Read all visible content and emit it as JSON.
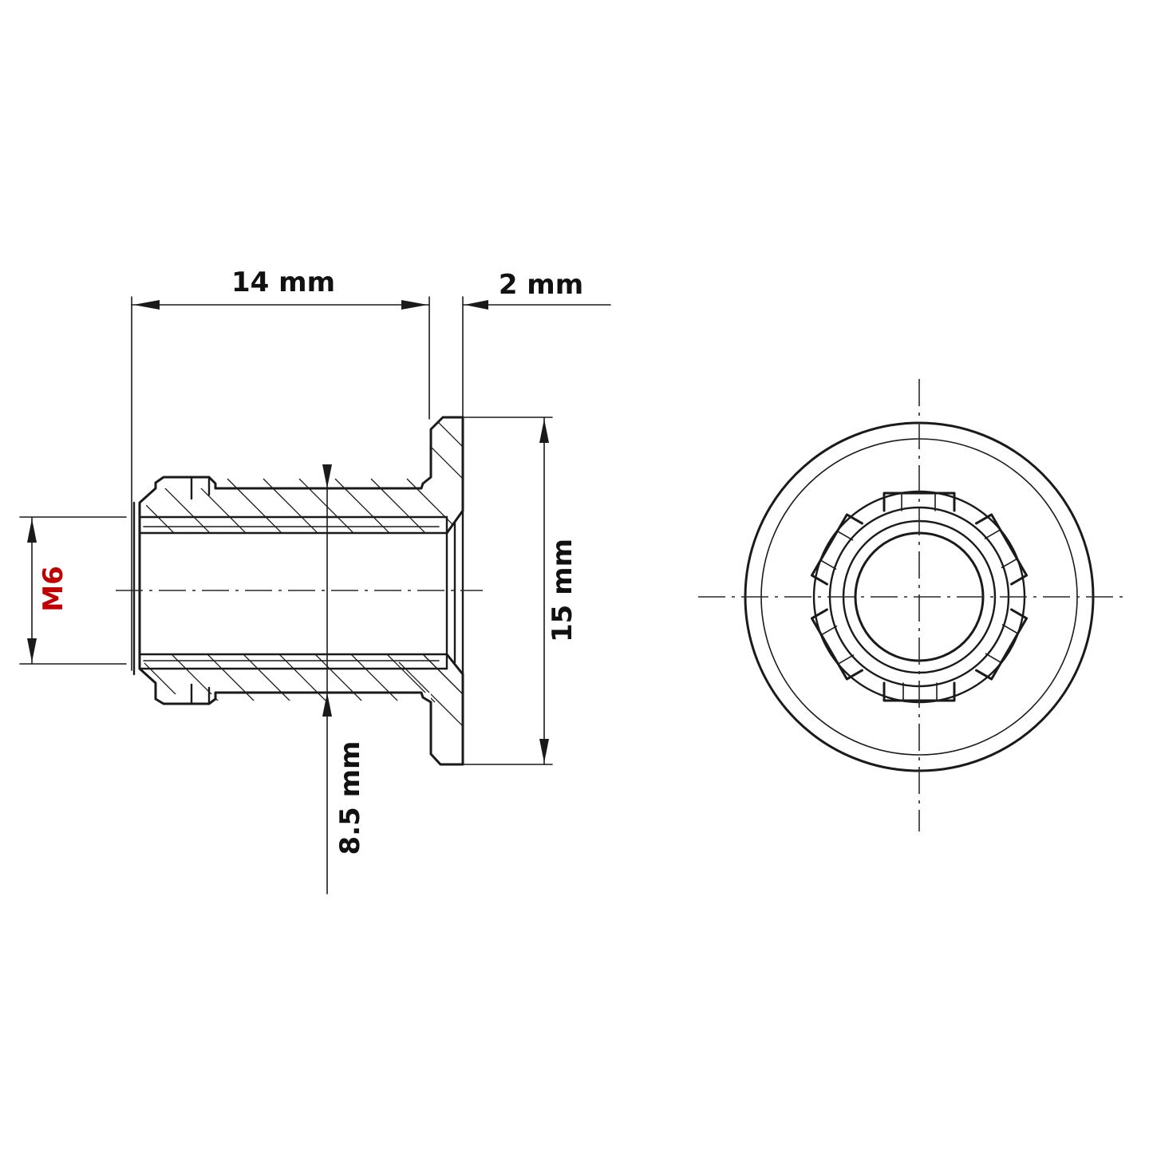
{
  "dimensions": {
    "length": "14 mm",
    "flange_thickness": "2 mm",
    "flange_diameter": "15 mm",
    "body_diameter": "8.5 mm",
    "thread": "M6"
  },
  "colors": {
    "line": "#1a1a1a",
    "thread_label": "#c00000",
    "background": "#ffffff"
  }
}
